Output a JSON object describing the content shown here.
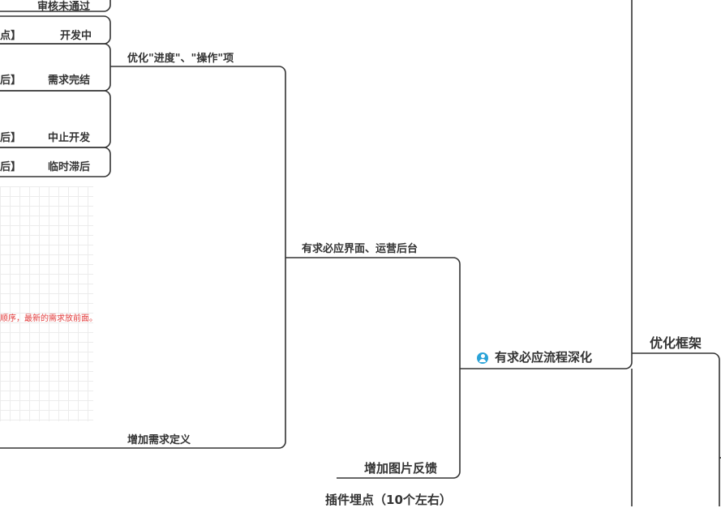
{
  "nodes": {
    "review_failed": "审核未通过",
    "in_dev_left": "点】",
    "in_dev": "开发中",
    "req_done_left": "后】",
    "req_done": "需求完结",
    "stop_dev_left": "后】",
    "stop_dev": "中止开发",
    "temp_delay_left": "后】",
    "temp_delay": "临时滞后",
    "optimize_progress": "优化\"进度\"、\"操作\"项",
    "ui_backend": "有求必应界面、运营后台",
    "add_definition": "增加需求定义",
    "process_deepen": "有求必应流程深化",
    "add_image_feedback": "增加图片反馈",
    "plugin_tracking": "插件埋点（10个左右）",
    "optimize_framework": "优化框架",
    "red_note": "顺序，最新的需求放前面。"
  },
  "colors": {
    "line": "#333333",
    "icon": "#2aa3d8",
    "note": "#e23b3b"
  },
  "icons": {
    "process_deepen": "person-icon"
  }
}
